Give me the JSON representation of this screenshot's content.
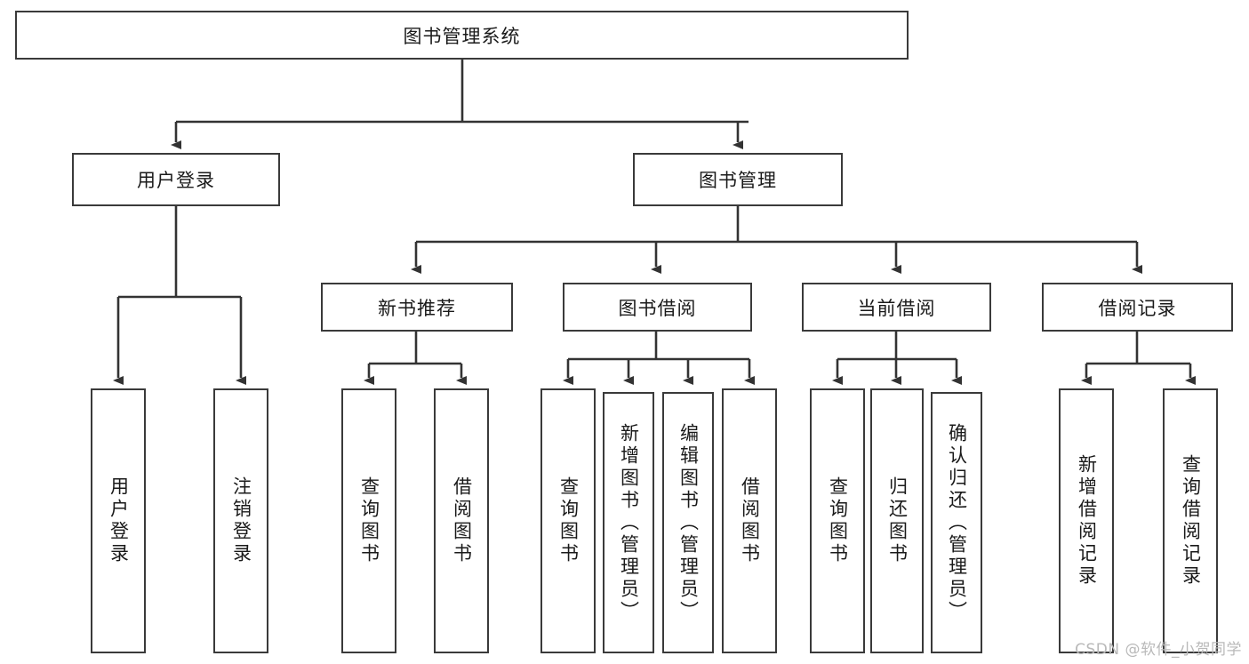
{
  "diagram": {
    "type": "hierarchy-tree",
    "title": "图书管理系统",
    "watermark": "CSDN @软件_小贺同学",
    "colors": {
      "box_border": "#3a3a3a",
      "line": "#333333",
      "background": "#ffffff",
      "text": "#1a1a1a",
      "watermark": "#b9b9b9"
    },
    "root": {
      "label": "图书管理系统"
    },
    "level2": [
      {
        "label": "用户登录"
      },
      {
        "label": "图书管理"
      }
    ],
    "level3": [
      {
        "label": "新书推荐"
      },
      {
        "label": "图书借阅"
      },
      {
        "label": "当前借阅"
      },
      {
        "label": "借阅记录"
      }
    ],
    "leaves": {
      "user_login": [
        {
          "label": "用户登录"
        },
        {
          "label": "注销登录"
        }
      ],
      "new_book_recommend": [
        {
          "label": "查询图书"
        },
        {
          "label": "借阅图书"
        }
      ],
      "book_borrow": [
        {
          "label": "查询图书"
        },
        {
          "label": "新增图书（管理员）"
        },
        {
          "label": "编辑图书（管理员）"
        },
        {
          "label": "借阅图书"
        }
      ],
      "current_borrow": [
        {
          "label": "查询图书"
        },
        {
          "label": "归还图书"
        },
        {
          "label": "确认归还（管理员）"
        }
      ],
      "borrow_record": [
        {
          "label": "新增借阅记录"
        },
        {
          "label": "查询借阅记录"
        }
      ]
    }
  }
}
